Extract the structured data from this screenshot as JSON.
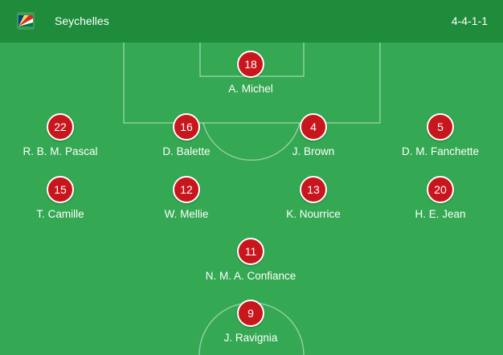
{
  "header": {
    "team": "Seychelles",
    "formation": "4-4-1-1",
    "flag_icon": "seychelles-flag-icon"
  },
  "colors": {
    "header_bg": "#1f8c3c",
    "pitch": "#34a852",
    "badge": "#c8161d",
    "text": "#ffffff"
  },
  "players": [
    {
      "number": "18",
      "name": "A. Michel",
      "role": "goalkeeper"
    },
    {
      "number": "22",
      "name": "R. B. M. Pascal",
      "role": "defender"
    },
    {
      "number": "16",
      "name": "D. Balette",
      "role": "defender"
    },
    {
      "number": "4",
      "name": "J. Brown",
      "role": "defender"
    },
    {
      "number": "5",
      "name": "D. M. Fanchette",
      "role": "defender"
    },
    {
      "number": "15",
      "name": "T. Camille",
      "role": "midfielder"
    },
    {
      "number": "12",
      "name": "W. Mellie",
      "role": "midfielder"
    },
    {
      "number": "13",
      "name": "K. Nourrice",
      "role": "midfielder"
    },
    {
      "number": "20",
      "name": "H. E. Jean",
      "role": "midfielder"
    },
    {
      "number": "11",
      "name": "N. M. A. Confiance",
      "role": "attacking-midfielder"
    },
    {
      "number": "9",
      "name": "J. Ravignia",
      "role": "forward"
    }
  ]
}
